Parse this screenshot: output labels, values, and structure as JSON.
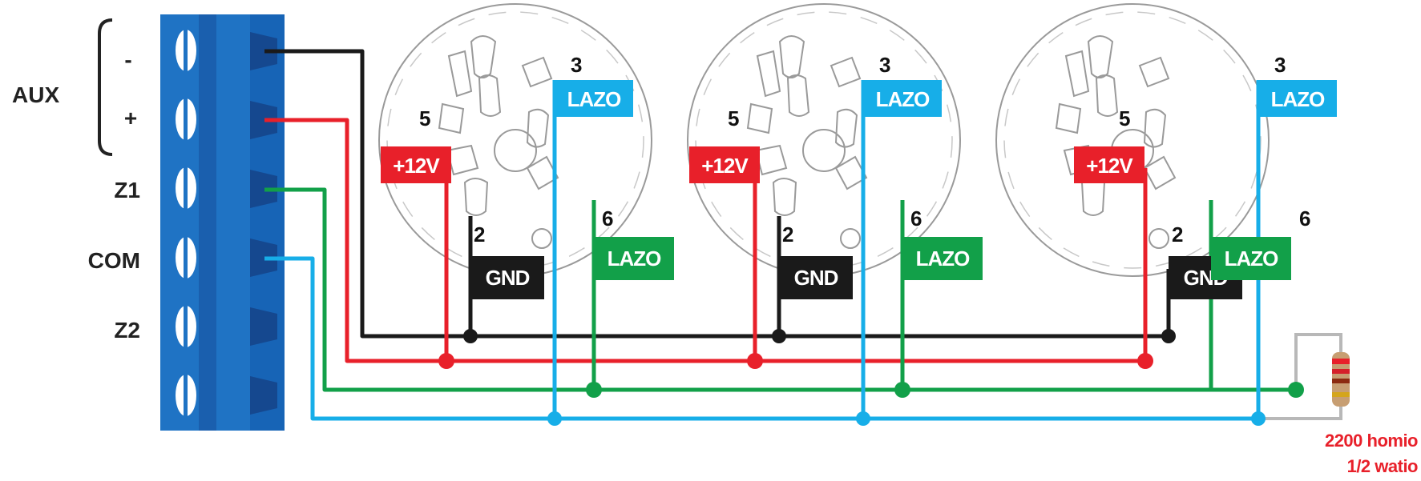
{
  "terminal": {
    "aux_label": "AUX",
    "pins": [
      {
        "label": "-"
      },
      {
        "label": "+"
      },
      {
        "label": "Z1"
      },
      {
        "label": "COM"
      },
      {
        "label": "Z2"
      },
      {
        "label": ""
      }
    ]
  },
  "detectors": [
    {
      "pin_3": "3",
      "pin_5": "5",
      "pin_2": "2",
      "pin_6": "6",
      "lazo_top": "LAZO",
      "v12": "+12V",
      "gnd": "GND",
      "lazo_bottom": "LAZO"
    },
    {
      "pin_3": "3",
      "pin_5": "5",
      "pin_2": "2",
      "pin_6": "6",
      "lazo_top": "LAZO",
      "v12": "+12V",
      "gnd": "GND",
      "lazo_bottom": "LAZO"
    },
    {
      "pin_3": "3",
      "pin_5": "5",
      "pin_2": "2",
      "pin_6": "6",
      "lazo_top": "LAZO",
      "v12": "+12V",
      "gnd": "GND",
      "lazo_bottom": "LAZO"
    }
  ],
  "resistor": {
    "line1": "2200 homio",
    "line2": "1/2 watio"
  },
  "colors": {
    "black_wire": "#1a1a1a",
    "red_wire": "#e8202a",
    "green_wire": "#12a049",
    "blue_wire": "#17aee8",
    "terminal_blue": "#1f73c4",
    "terminal_dark": "#17509a"
  }
}
